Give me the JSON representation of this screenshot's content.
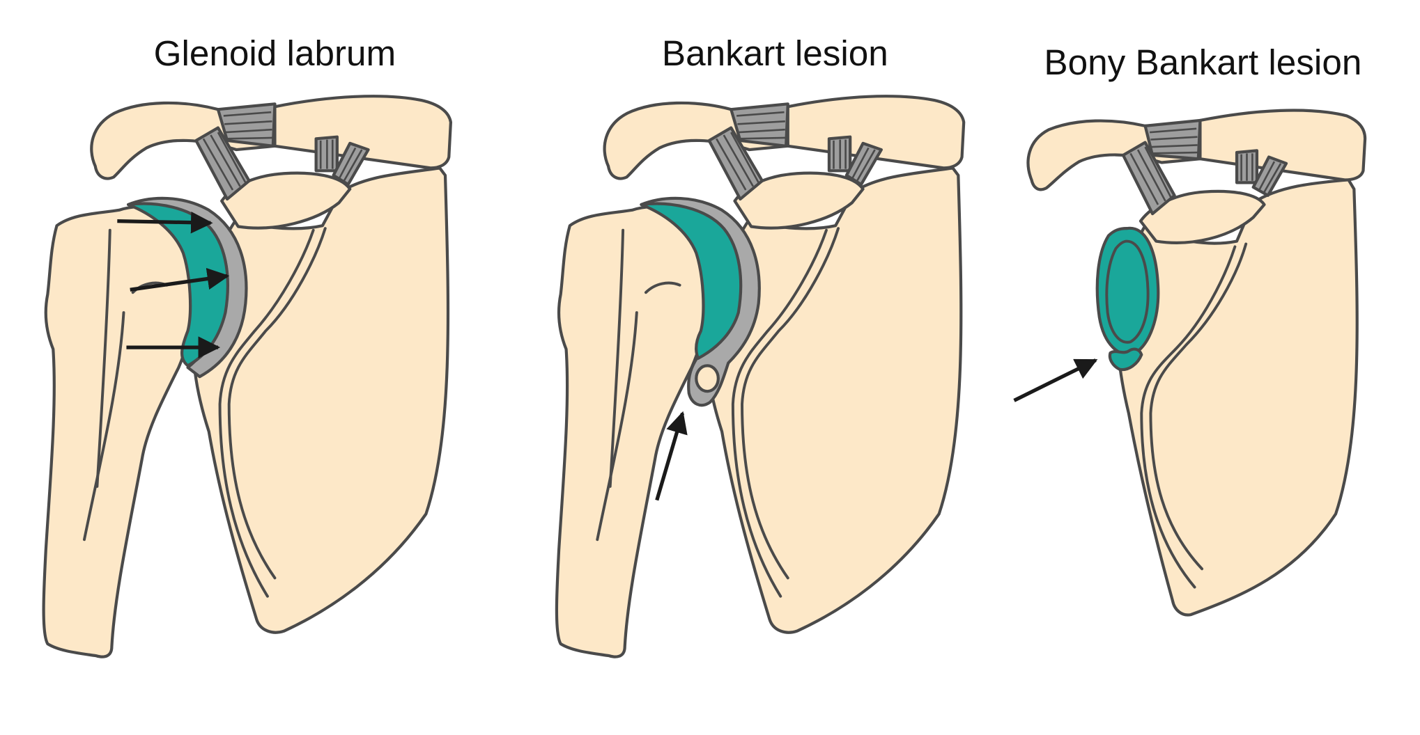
{
  "panels": [
    {
      "title": "Glenoid labrum"
    },
    {
      "title": "Bankart lesion"
    },
    {
      "title": "Bony Bankart lesion"
    }
  ],
  "colors": {
    "bone": "#fde8c8",
    "outline": "#4a4a4a",
    "cartilage": "#1aa79a",
    "labrum": "#a9a9a9",
    "ligament": "#9e9e9e",
    "arrow": "#1a1a1a"
  }
}
